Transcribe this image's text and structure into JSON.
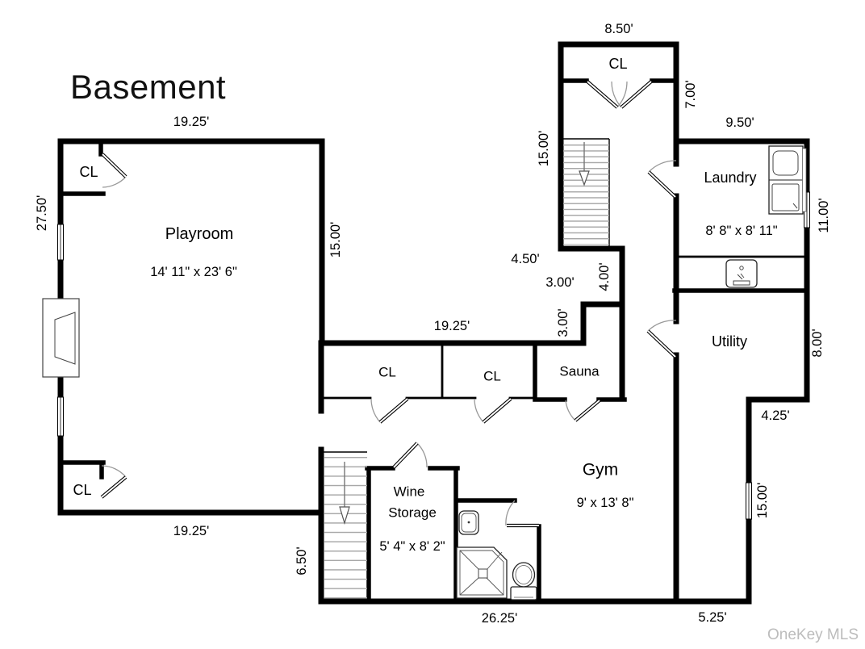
{
  "title": "Basement",
  "watermark": "OneKey MLS",
  "closet_label": "CL",
  "rooms": {
    "playroom": {
      "name": "Playroom",
      "dims": "14' 11\" x 23' 6\""
    },
    "laundry": {
      "name": "Laundry",
      "dims": "8' 8\" x 8' 11\""
    },
    "utility": {
      "name": "Utility"
    },
    "sauna": {
      "name": "Sauna"
    },
    "gym": {
      "name": "Gym",
      "dims": "9' x 13' 8\""
    },
    "wine_storage": {
      "name_line1": "Wine",
      "name_line2": "Storage",
      "dims": "5' 4\" x 8' 2\""
    }
  },
  "measurements": {
    "playroom_top": "19.25'",
    "playroom_left": "27.50'",
    "playroom_right": "15.00'",
    "playroom_bottom": "19.25'",
    "top_closet_width": "8.50'",
    "top_closet_depth": "7.00'",
    "upper_stairs": "15.00'",
    "laundry_width": "9.50'",
    "laundry_depth": "11.00'",
    "jog_width_a": "4.50'",
    "jog_width_b": "3.00'",
    "jog_height_a": "4.00'",
    "jog_height_b": "3.00'",
    "mid_wall": "19.25'",
    "utility_depth": "8.00'",
    "utility_step": "4.25'",
    "right_lower": "15.00'",
    "lower_stairs": "6.50'",
    "bottom_main": "26.25'",
    "bottom_right": "5.25'"
  }
}
